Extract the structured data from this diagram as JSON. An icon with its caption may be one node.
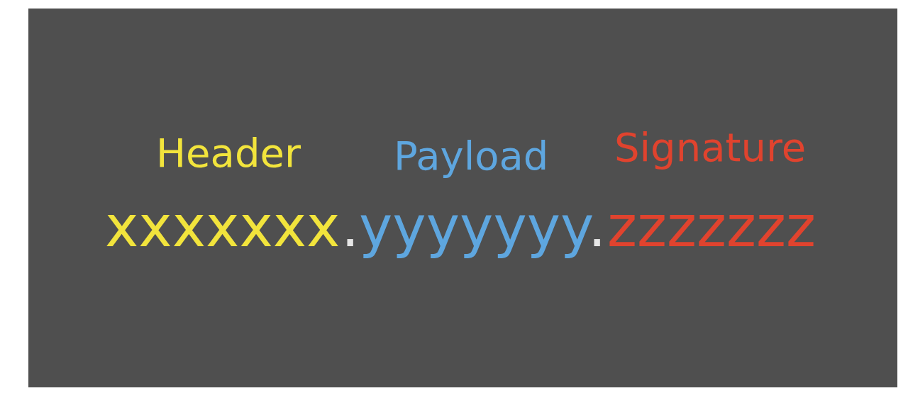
{
  "diagram": {
    "labels": [
      "Header",
      "Payload",
      "Signature",
      "xxxxxxx",
      ".",
      "yyyyyyy",
      ".",
      "zzzzzzz"
    ]
  }
}
